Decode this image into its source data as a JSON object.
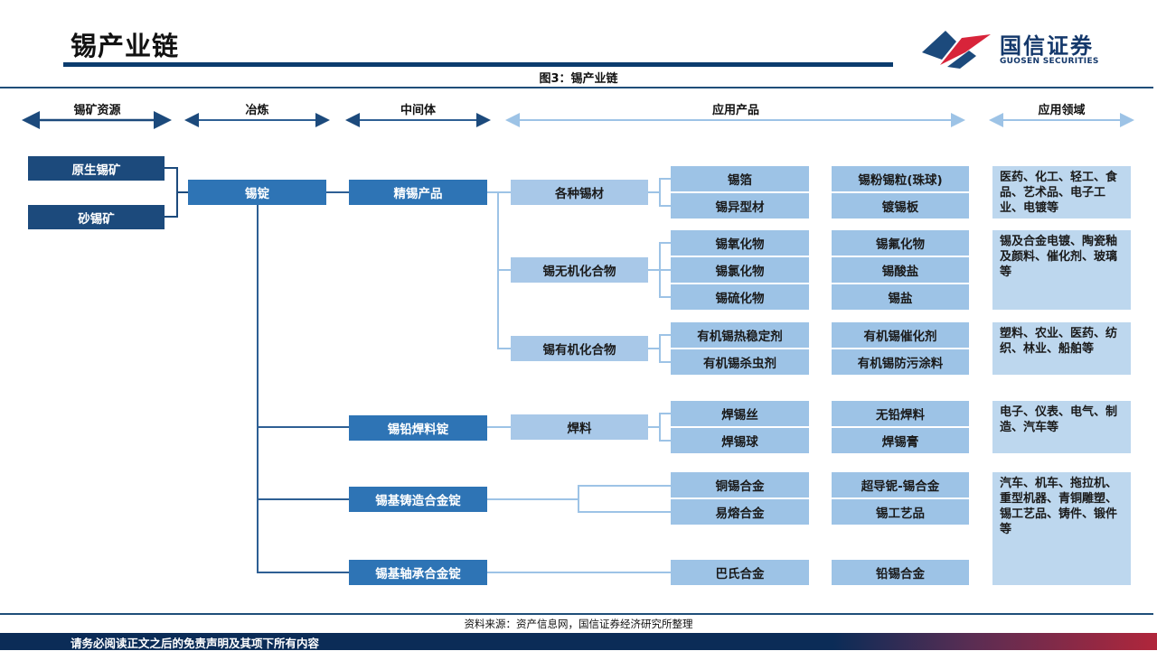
{
  "page_title": "锡产业链",
  "logo": {
    "cn": "国信证券",
    "en": "GUOSEN SECURITIES",
    "icon": "guosen-logo-icon"
  },
  "figure_caption": "图3：锡产业链",
  "stages": [
    "锡矿资源",
    "冶炼",
    "中间体",
    "应用产品",
    "应用领域"
  ],
  "sources": [
    "原生锡矿",
    "砂锡矿"
  ],
  "smelting": "锡锭",
  "intermediates": [
    "精锡产品",
    "锡铅焊料锭",
    "锡基铸造合金锭",
    "锡基轴承合金锭"
  ],
  "product_groups": [
    "各种锡材",
    "锡无机化合物",
    "锡有机化合物",
    "焊料"
  ],
  "products": {
    "g1_a": "锡箔",
    "g1_b": "锡异型材",
    "g1_c": "锡粉锡粒(珠球)",
    "g1_d": "镀锡板",
    "g2_a": "锡氧化物",
    "g2_b": "锡氯化物",
    "g2_c": "锡硫化物",
    "g2_d": "锡氟化物",
    "g2_e": "锡酸盐",
    "g2_f": "锡盐",
    "g3_a": "有机锡热稳定剂",
    "g3_b": "有机锡杀虫剂",
    "g3_c": "有机锡催化剂",
    "g3_d": "有机锡防污涂料",
    "g4_a": "焊锡丝",
    "g4_b": "焊锡球",
    "g4_c": "无铅焊料",
    "g4_d": "焊锡膏",
    "g5_a": "铜锡合金",
    "g5_b": "易熔合金",
    "g5_c": "超导铌-锡合金",
    "g5_d": "锡工艺品",
    "g6_a": "巴氏合金",
    "g6_b": "铅锡合金"
  },
  "fields": [
    "医药、化工、轻工、食品、艺术品、电子工业、电镀等",
    "锡及合金电镀、陶瓷釉及颜料、催化剂、玻璃等",
    "塑料、农业、医药、纺织、林业、船舶等",
    "电子、仪表、电气、制造、汽车等",
    "汽车、机车、拖拉机、重型机器、青铜雕塑、锡工艺品、铸件、锻件等"
  ],
  "source_note": "资料来源：资产信息网，国信证券经济研究所整理",
  "footer_disclaimer": "请务必阅读正文之后的免责声明及其项下所有内容",
  "colors": {
    "dark": "#1c4a7c",
    "mid": "#2e74b5",
    "light": "#a8c8e8",
    "cell": "#9dc3e6",
    "field": "#bdd7ee",
    "line": "#2e5f94"
  }
}
